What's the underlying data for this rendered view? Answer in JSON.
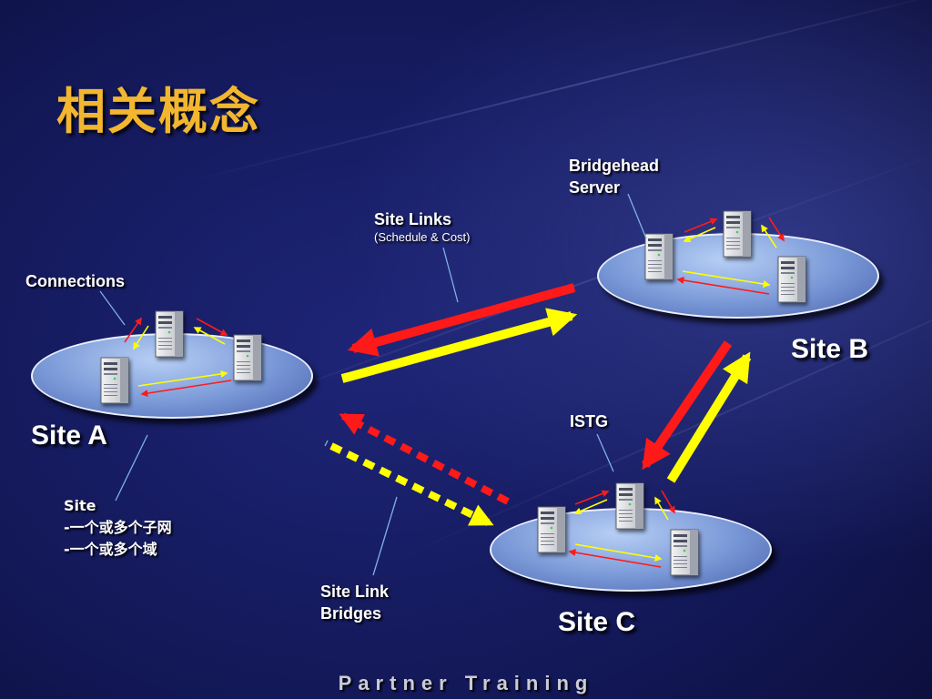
{
  "slide": {
    "title": "相关概念",
    "footer": "Partner Training"
  },
  "labels": {
    "bridgehead_line1": "Bridgehead",
    "bridgehead_line2": "Server",
    "site_links": "Site Links",
    "site_links_sub": "(Schedule & Cost)",
    "connections": "Connections",
    "istg": "ISTG",
    "site_desc_title": "Site",
    "site_desc_item1": "-一个或多个子网",
    "site_desc_item2": "-一个或多个域",
    "site_link_bridges_line1": "Site Link",
    "site_link_bridges_line2": "Bridges"
  },
  "sites": {
    "a": "Site A",
    "b": "Site B",
    "c": "Site C"
  },
  "colors": {
    "title": "#f2b630",
    "arrow_red": "#ff1a1a",
    "arrow_yellow": "#ffff00",
    "leader_line": "#7fb0e6"
  }
}
